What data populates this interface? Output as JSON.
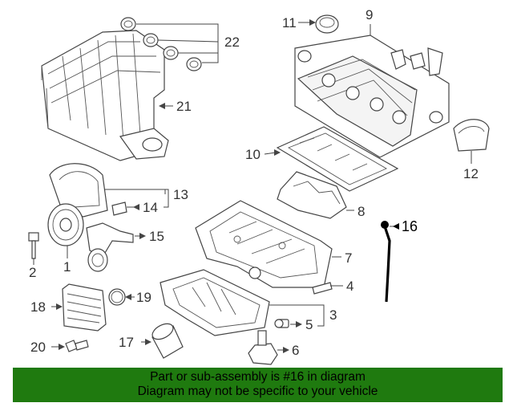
{
  "callouts": {
    "c1": "1",
    "c2": "2",
    "c3": "3",
    "c4": "4",
    "c5": "5",
    "c6": "6",
    "c7": "7",
    "c8": "8",
    "c9": "9",
    "c10": "10",
    "c11": "11",
    "c12": "12",
    "c13": "13",
    "c14": "14",
    "c15": "15",
    "c16": "16",
    "c17": "17",
    "c18": "18",
    "c19": "19",
    "c20": "20",
    "c21": "21",
    "c22": "22"
  },
  "highlighted_part": "16",
  "banner": {
    "line1": "Part or sub-assembly is #16 in diagram",
    "line2": "Diagram may not be specific to your vehicle",
    "color": "#1f7a0f"
  }
}
